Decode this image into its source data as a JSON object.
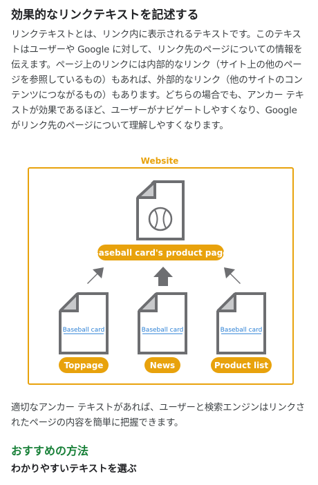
{
  "heading": "効果的なリンクテキストを記述する",
  "intro": "リンクテキストとは、リンク内に表示されるテキストです。このテキストはユーザーや Google に対して、リンク先のページについての情報を伝えます。ページ上のリンクには内部的なリンク（サイト上の他のページを参照しているもの）もあれば、外部的なリンク（他のサイトのコンテンツにつながるもの）もあります。どちらの場合でも、アンカー テキストが効果であるほど、ユーザーがナビゲートしやすくなり、Google がリンク先のページについて理解しやすくなります。",
  "figure": {
    "site_label": "Website",
    "top_page": {
      "label": "Baseball card's product page",
      "icon": "baseball-icon"
    },
    "pages": [
      {
        "link_text": "Baseball card",
        "label": "Toppage"
      },
      {
        "link_text": "Baseball card",
        "label": "News"
      },
      {
        "link_text": "Baseball card",
        "label": "Product list"
      }
    ],
    "colors": {
      "accent": "#e8a20c",
      "doc": "#6d6e71",
      "link": "#2a7fd4"
    }
  },
  "summary": "適切なアンカー テキストがあれば、ユーザーと検索エンジンはリンクされたページの内容を簡単に把握できます。",
  "best_practices": "おすすめの方法",
  "subheading": "わかりやすいテキストを選ぶ"
}
